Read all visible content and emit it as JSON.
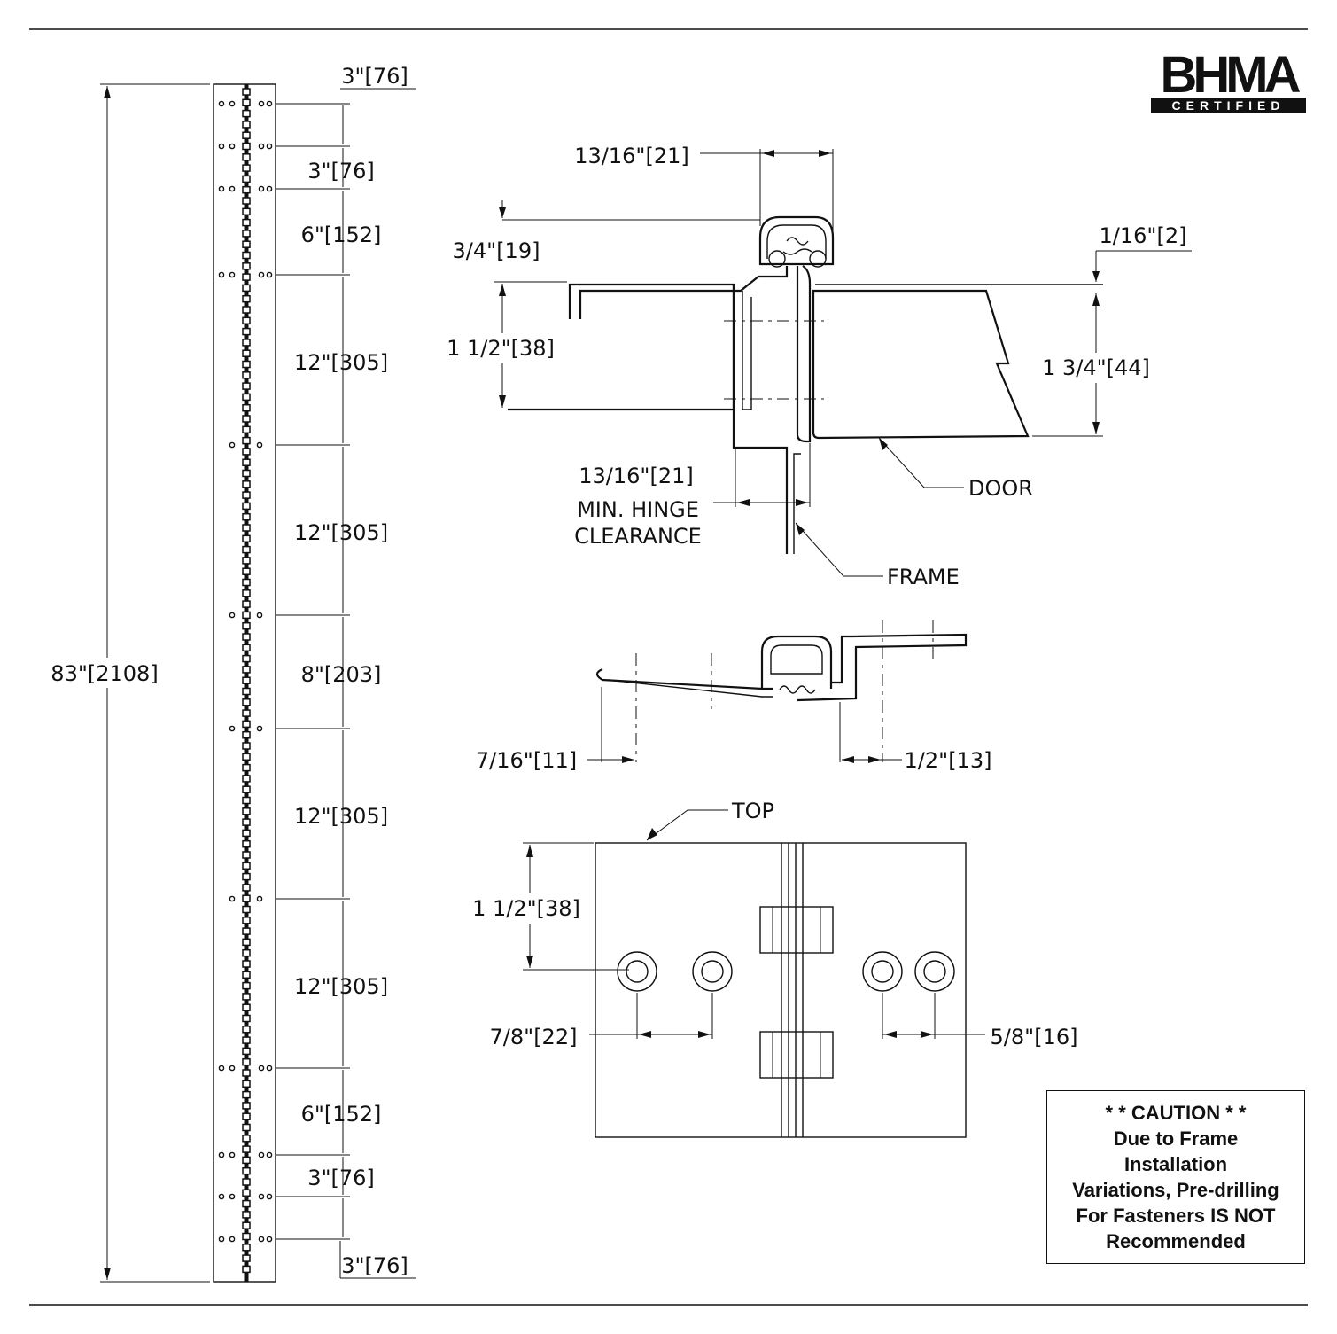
{
  "logo": {
    "main": "BHMA",
    "sub": "CERTIFIED"
  },
  "caution": {
    "heading": "* * CAUTION * *",
    "lines": [
      "Due to Frame",
      "Installation",
      "Variations, Pre-drilling",
      "For Fasteners IS NOT",
      "Recommended"
    ]
  },
  "elevation": {
    "overall": "83\"[2108]",
    "spacings": [
      "3\"[76]",
      "3\"[76]",
      "6\"[152]",
      "12\"[305]",
      "12\"[305]",
      "8\"[203]",
      "12\"[305]",
      "12\"[305]",
      "6\"[152]",
      "3\"[76]",
      "3\"[76]"
    ]
  },
  "section": {
    "top_clearance": "13/16\"[21]",
    "offset": "3/4\"[19]",
    "frame_depth": "1 1/2\"[38]",
    "door_reveal": "1/16\"[2]",
    "door_thickness": "1 3/4\"[44]",
    "min_clearance_value": "13/16\"[21]",
    "min_clearance_line1": "MIN. HINGE",
    "min_clearance_line2": "CLEARANCE",
    "door_label": "DOOR",
    "frame_label": "FRAME"
  },
  "end_view": {
    "left_offset": "7/16\"[11]",
    "right_offset": "1/2\"[13]"
  },
  "face_view": {
    "top_label": "TOP",
    "edge_to_hole": "1 1/2\"[38]",
    "left_hole_spacing": "7/8\"[22]",
    "right_hole_spacing": "5/8\"[16]"
  }
}
